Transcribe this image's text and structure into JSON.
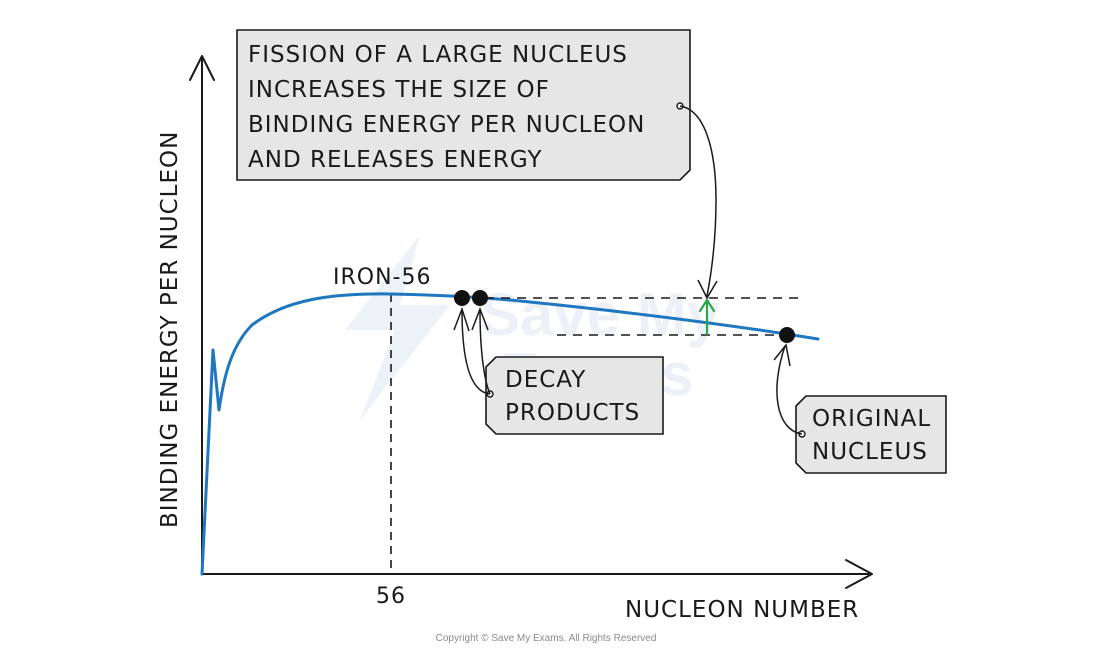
{
  "axes": {
    "y_label": "BINDING ENERGY PER NUCLEON",
    "x_label": "NUCLEON NUMBER",
    "x_tick": "56"
  },
  "annotations": {
    "iron_label": "IRON-56",
    "fission_box": [
      "FISSION OF A LARGE NUCLEUS",
      "INCREASES THE SIZE OF",
      "BINDING ENERGY PER NUCLEON",
      "AND RELEASES ENERGY"
    ],
    "decay_box": [
      "DECAY",
      "PRODUCTS"
    ],
    "original_box": [
      "ORIGINAL",
      "NUCLEUS"
    ]
  },
  "watermark": [
    "Save My",
    "Exams"
  ],
  "footer": {
    "copyright": "Copyright © Save My Exams. All Rights Reserved"
  },
  "colors": {
    "curve": "#1f77c0",
    "energy_arrow": "#2ca44a",
    "box_fill": "#e6e6e6",
    "ink": "#1a1a1a"
  }
}
